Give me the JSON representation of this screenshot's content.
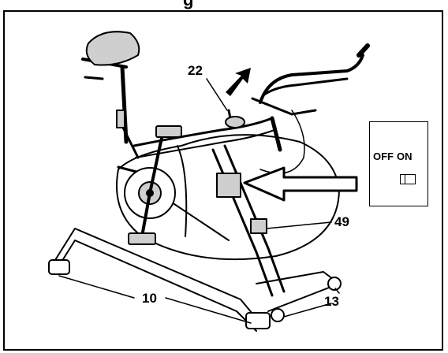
{
  "heading_fragment": "g",
  "labels": {
    "part_22": "22",
    "part_49": "49",
    "part_10": "10",
    "part_13": "13"
  },
  "switch": {
    "off_label": "OFF",
    "on_label": "ON"
  },
  "colors": {
    "line": "#000000",
    "background": "#ffffff",
    "shade": "#cfcfcf"
  }
}
